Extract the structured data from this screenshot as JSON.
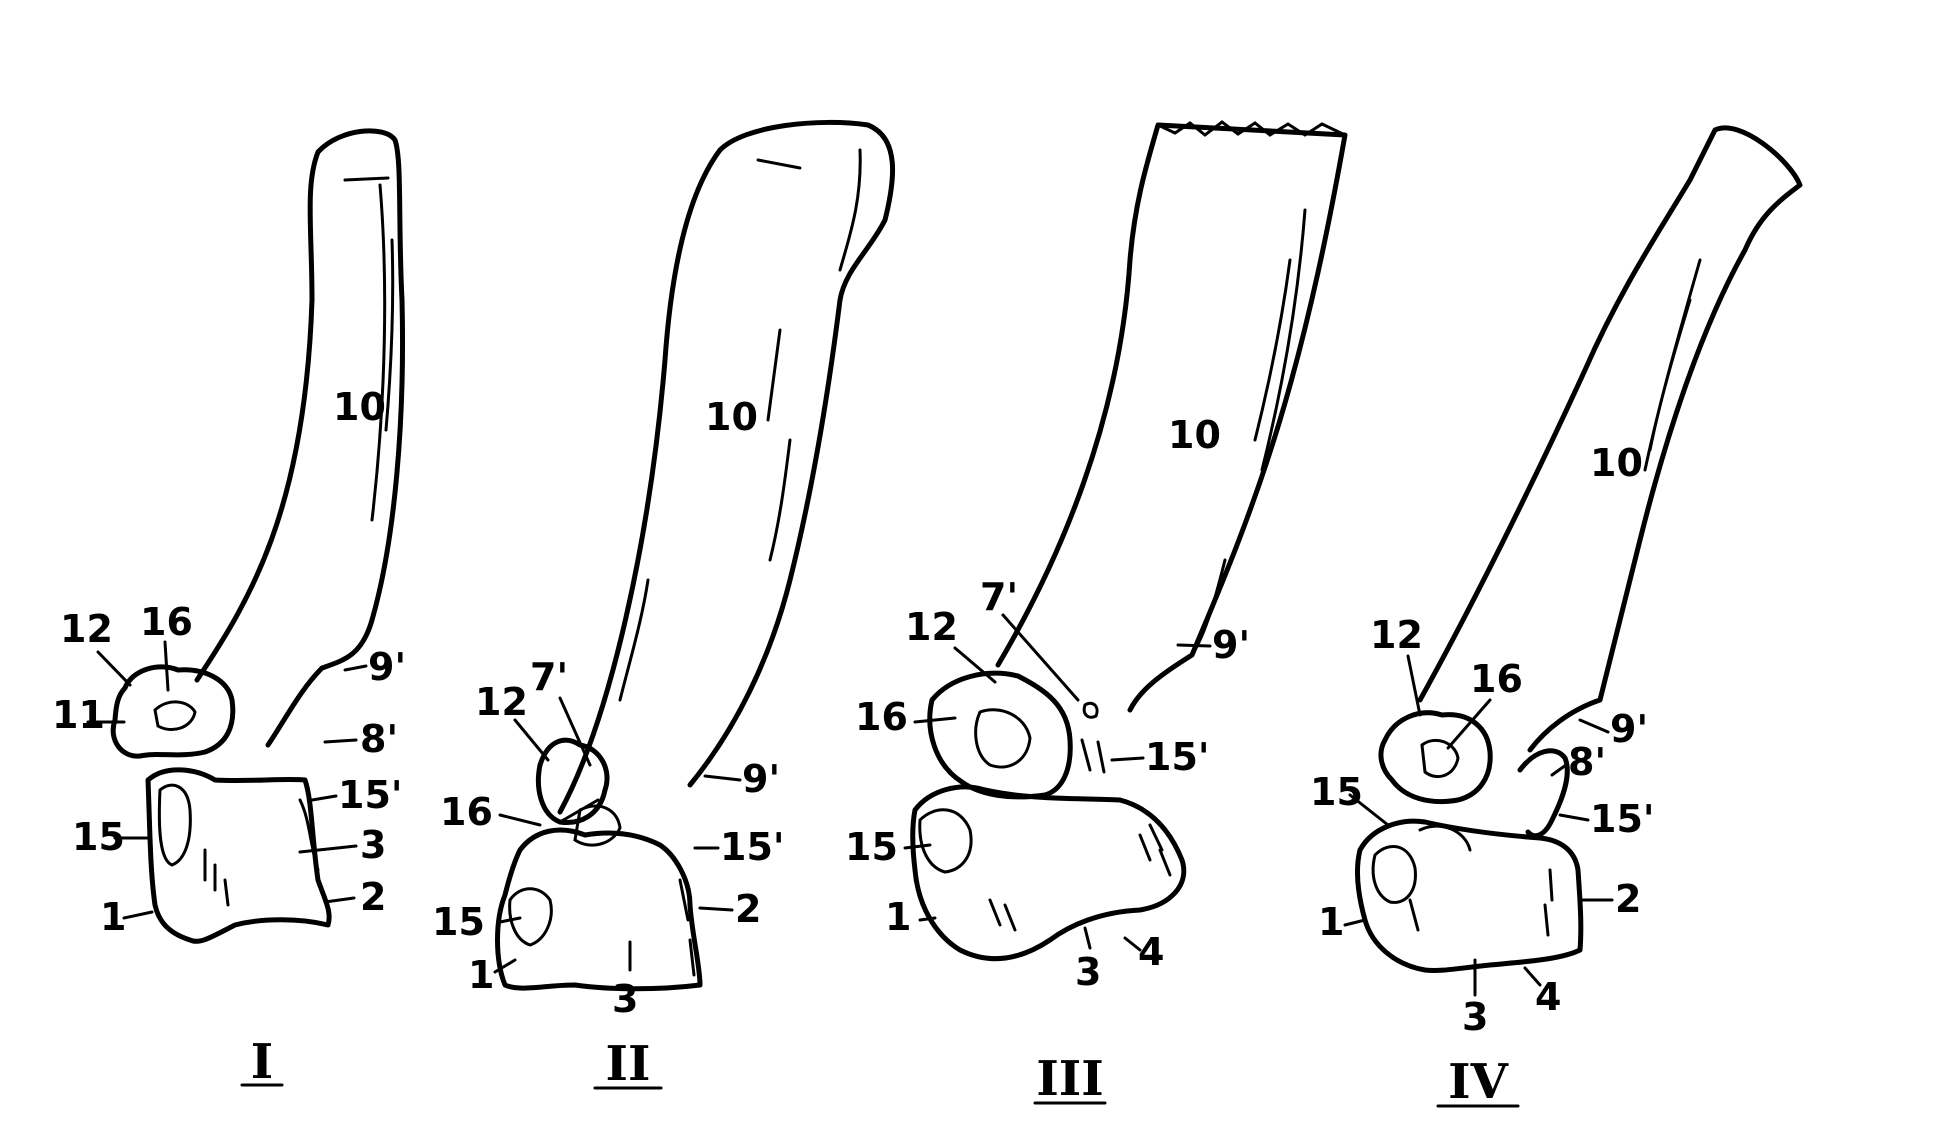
{
  "figures": [
    {
      "numeral": "I",
      "labels": {
        "l10": "10",
        "l12": "12",
        "l16": "16",
        "l11": "11",
        "l9p": "9'",
        "l8p": "8'",
        "l15p": "15'",
        "l15": "15",
        "l3": "3",
        "l2": "2",
        "l1": "1"
      }
    },
    {
      "numeral": "II",
      "labels": {
        "l10": "10",
        "l7p": "7'",
        "l12": "12",
        "l9p": "9'",
        "l16": "16",
        "l15p": "15'",
        "l15": "15",
        "l2": "2",
        "l1": "1",
        "l3": "3"
      }
    },
    {
      "numeral": "III",
      "labels": {
        "l10": "10",
        "l7p": "7'",
        "l12": "12",
        "l9p": "9'",
        "l16": "16",
        "l15p": "15'",
        "l15": "15",
        "l1": "1",
        "l3": "3",
        "l4": "4"
      }
    },
    {
      "numeral": "IV",
      "labels": {
        "l10": "10",
        "l12": "12",
        "l16": "16",
        "l9p": "9'",
        "l8p": "8'",
        "l15": "15",
        "l15p": "15'",
        "l1": "1",
        "l2": "2",
        "l3": "3",
        "l4": "4"
      }
    }
  ]
}
